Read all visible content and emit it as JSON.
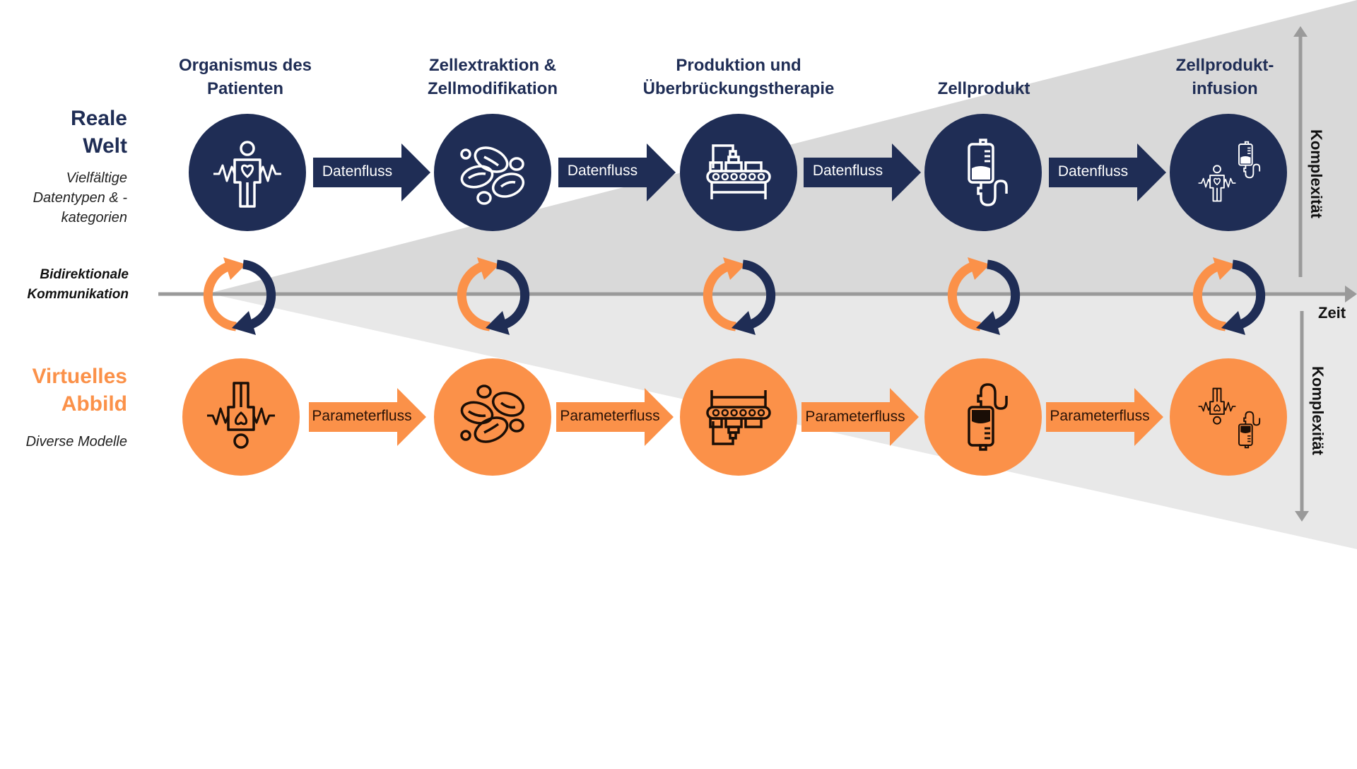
{
  "colors": {
    "navy": "#1f2d55",
    "orange": "#fb9149",
    "wedge_upper": "#d9d9d9",
    "wedge_lower": "#e8e8e8",
    "axis": "#9a9a9a"
  },
  "left_labels": {
    "real_world_title": "Reale\nWelt",
    "real_world_subtitle": "Vielfältige\nDatentypen & -\nkategorien",
    "bidirectional": "Bidirektionale\nKommunikation",
    "virtual_title": "Virtuelles\nAbbild",
    "virtual_subtitle": "Diverse Modelle"
  },
  "axes": {
    "time_label": "Zeit",
    "complexity_upper_label": "Komplexität",
    "complexity_lower_label": "Komplexität"
  },
  "stages": [
    {
      "title": "Organismus des\nPatienten",
      "icon": "patient-heartbeat-icon"
    },
    {
      "title": "Zellextraktion &\nZellmodifikation",
      "icon": "blood-cells-icon"
    },
    {
      "title": "Produktion und\nÜberbrückungstherapie",
      "icon": "production-line-icon"
    },
    {
      "title": "Zellprodukt",
      "icon": "iv-bag-icon"
    },
    {
      "title": "Zellprodukt-\ninfusion",
      "icon": "patient-infusion-icon"
    }
  ],
  "real_flow_label": "Datenfluss",
  "virtual_flow_label": "Parameterfluss",
  "real_flows": [
    "Datenfluss",
    "Datenfluss",
    "Datenfluss",
    "Datenfluss"
  ],
  "virtual_flows": [
    "Parameterfluss",
    "Parameterfluss",
    "Parameterfluss",
    "Parameterfluss"
  ],
  "sync_icon": "bidirectional-sync-icon"
}
